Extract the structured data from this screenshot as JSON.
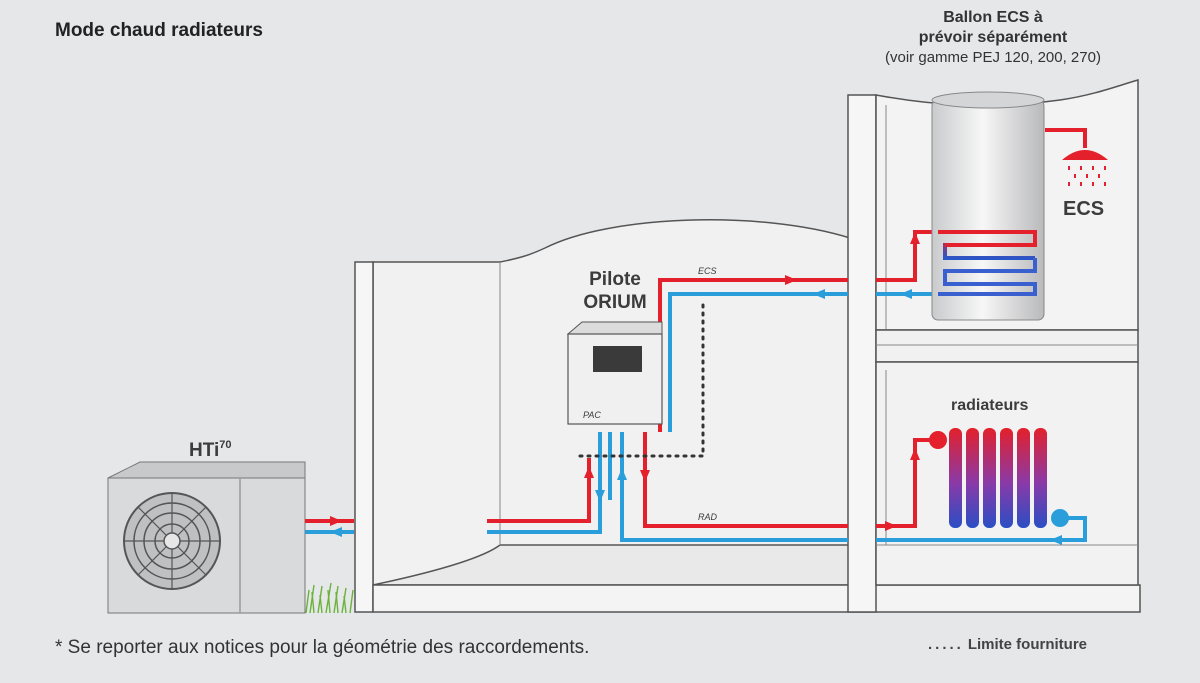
{
  "title": "Mode chaud radiateurs",
  "tank": {
    "line1": "Ballon ECS à",
    "line2": "prévoir séparément",
    "line3": "(voir gamme PEJ 120, 200, 270)"
  },
  "labels": {
    "ecs": "ECS",
    "radiators": "radiateurs",
    "heat_pump": "HTi",
    "heat_pump_sup": "70",
    "pilot_line1": "Pilote",
    "pilot_line2": "ORIUM",
    "pac": "PAC",
    "pipe_ecs": "ECS",
    "pipe_rad": "RAD"
  },
  "footnote": "* Se reporter aux notices pour la géométrie des raccordements.",
  "legend": {
    "dots": ".....",
    "limit": "Limite fourniture"
  },
  "colors": {
    "hot": "#e3202b",
    "cold": "#2a9ddb",
    "wall": "#f1f1f1",
    "wall_edge": "#555555",
    "background": "#e6e7e9"
  }
}
